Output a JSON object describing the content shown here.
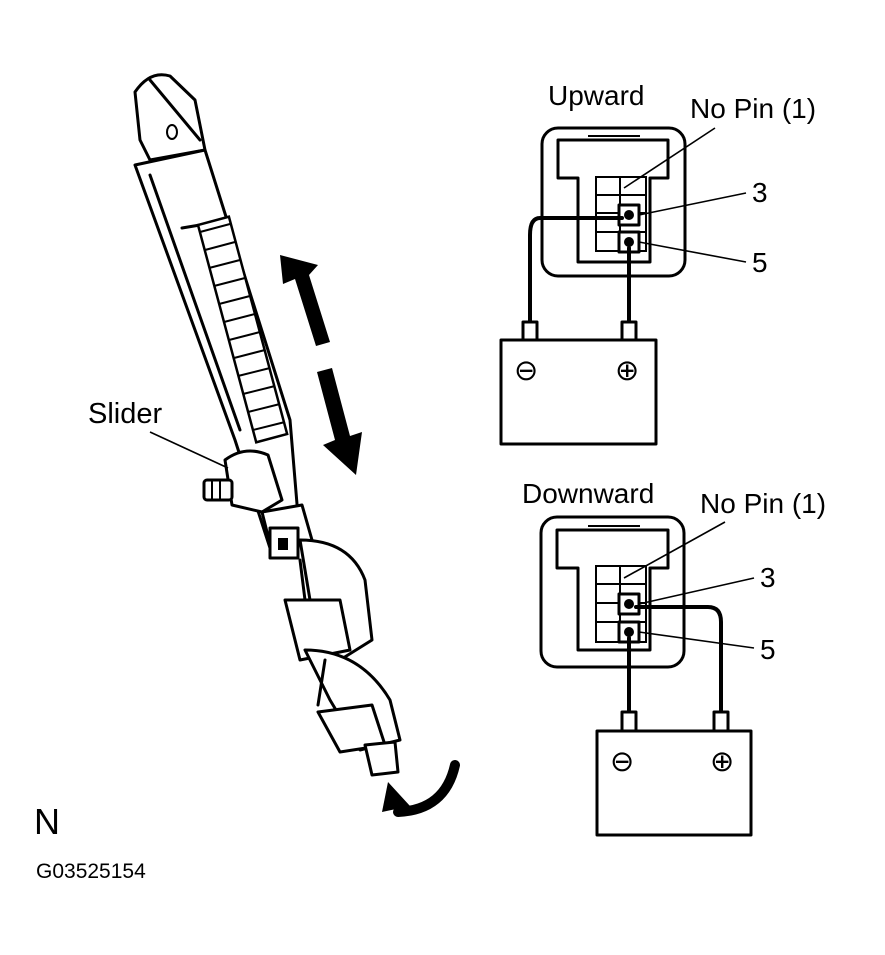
{
  "labels": {
    "slider": "Slider",
    "corner_letter": "N",
    "figure_code": "G03525154"
  },
  "panels": [
    {
      "id": "upward",
      "title": "Upward",
      "no_pin": "No Pin (1)",
      "pin_top": "3",
      "pin_bottom": "5",
      "negative": "⊖",
      "positive": "⊕"
    },
    {
      "id": "downward",
      "title": "Downward",
      "no_pin": "No Pin (1)",
      "pin_top": "3",
      "pin_bottom": "5",
      "negative": "⊖",
      "positive": "⊕"
    }
  ],
  "icons": {
    "motion_arrow": "double-arrow-up-down",
    "rotation_arrow": "curved-arrow",
    "battery": "battery-icon",
    "connector": "connector-icon"
  }
}
